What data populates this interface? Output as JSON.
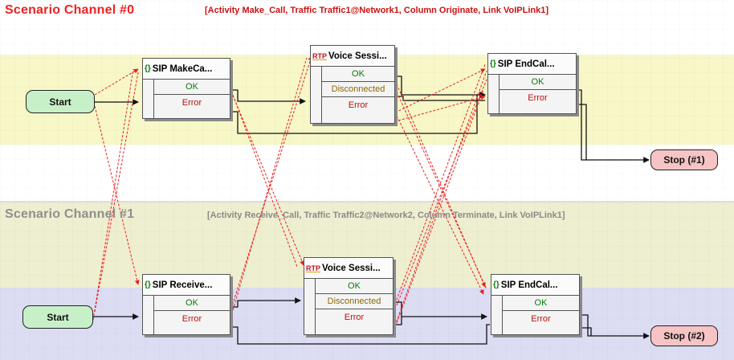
{
  "channels": [
    {
      "title": "Scenario Channel #0",
      "title_color": "#ee2222",
      "description": "[Activity Make_Call, Traffic Traffic1@Network1, Column Originate, Link VoIPLink1]",
      "start_label": "Start",
      "stop_label": "Stop (#1)",
      "blocks": [
        {
          "icon": "{}",
          "title": "SIP MakeCa...",
          "outputs": [
            "OK",
            "Error"
          ]
        },
        {
          "icon": "RTP",
          "title": "Voice Sessi...",
          "outputs": [
            "OK",
            "Disconnected",
            "Error"
          ]
        },
        {
          "icon": "{}",
          "title": "SIP EndCal...",
          "outputs": [
            "OK",
            "Error"
          ]
        }
      ]
    },
    {
      "title": "Scenario Channel #1",
      "title_color": "#888888",
      "description": "[Activity Receive_Call, Traffic Traffic2@Network2, Column Terminate, Link VoIPLink1]",
      "start_label": "Start",
      "stop_label": "Stop (#2)",
      "blocks": [
        {
          "icon": "{}",
          "title": "SIP Receive...",
          "outputs": [
            "OK",
            "Error"
          ]
        },
        {
          "icon": "RTP",
          "title": "Voice Sessi...",
          "outputs": [
            "OK",
            "Disconnected",
            "Error"
          ]
        },
        {
          "icon": "{}",
          "title": "SIP EndCal...",
          "outputs": [
            "OK",
            "Error"
          ]
        }
      ]
    }
  ],
  "colors": {
    "band0": "#f7f7c8",
    "band1_top": "#efefcf",
    "band1_bottom": "#dcdcf3",
    "start_pill": "#c8f0c8",
    "stop_pill": "#f6c4c4",
    "sync_line": "#e82020"
  }
}
